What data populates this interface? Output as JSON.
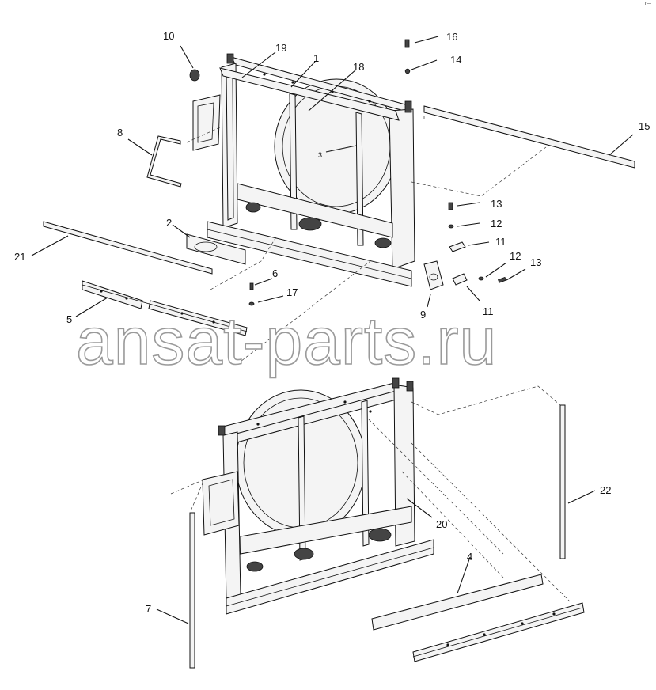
{
  "corner_mark": "r—",
  "watermark": "ansat-parts.ru",
  "callouts": {
    "c1": "1",
    "c2": "2",
    "c3": "3",
    "c4": "4",
    "c5": "5",
    "c6": "6",
    "c7": "7",
    "c8": "8",
    "c9": "9",
    "c10": "10",
    "c11a": "11",
    "c11b": "11",
    "c12a": "12",
    "c12b": "12",
    "c13a": "13",
    "c13b": "13",
    "c14": "14",
    "c15": "15",
    "c16": "16",
    "c17": "17",
    "c18": "18",
    "c19": "19",
    "c20": "20",
    "c21": "21",
    "c22": "22"
  }
}
